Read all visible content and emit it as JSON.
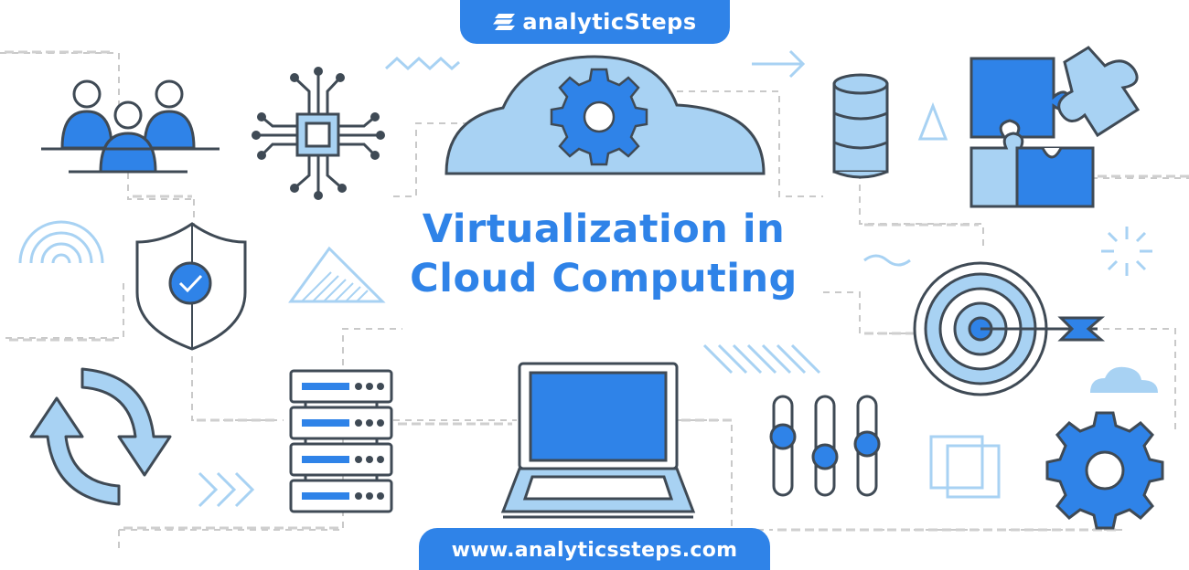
{
  "brand": {
    "name": "analyticSteps",
    "logo_icon": "analyticsteps-logo-icon"
  },
  "title": {
    "line1": "Virtualization in",
    "line2": "Cloud Computing"
  },
  "footer": {
    "url": "www.analyticssteps.com"
  },
  "colors": {
    "accent": "#2f83e8",
    "light_blue": "#a8d2f3",
    "outline": "#3f4a55",
    "dash": "#c9c9c9"
  },
  "icons": [
    "users-icon",
    "circuit-chip-icon",
    "cloud-gear-icon",
    "database-icon",
    "puzzle-icon",
    "shield-check-icon",
    "target-arrow-icon",
    "refresh-icon",
    "server-rack-icon",
    "laptop-icon",
    "sliders-icon",
    "gear-icon"
  ]
}
